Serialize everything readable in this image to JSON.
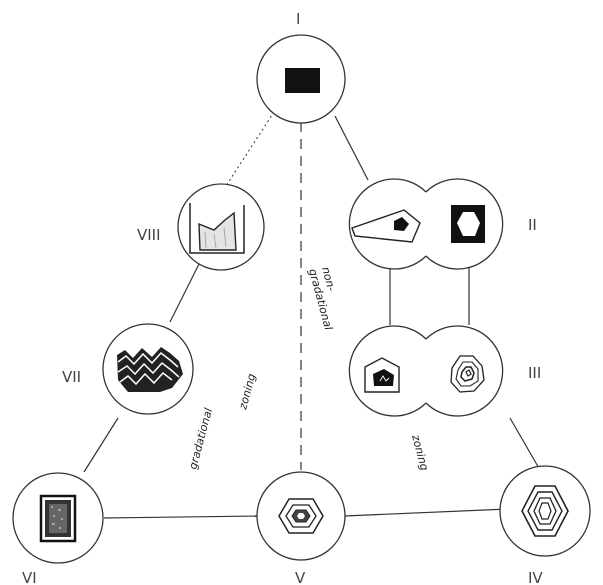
{
  "diagram": {
    "labels": {
      "i": "I",
      "ii": "II",
      "iii": "III",
      "iv": "IV",
      "v": "V",
      "vi": "VI",
      "vii": "VII",
      "viii": "VIII"
    },
    "annotations": {
      "non": "non-",
      "gradational_top": "gradational",
      "gradational_left": "gradational",
      "zoning_left": "zoning",
      "zoning_right": "zoning"
    }
  }
}
